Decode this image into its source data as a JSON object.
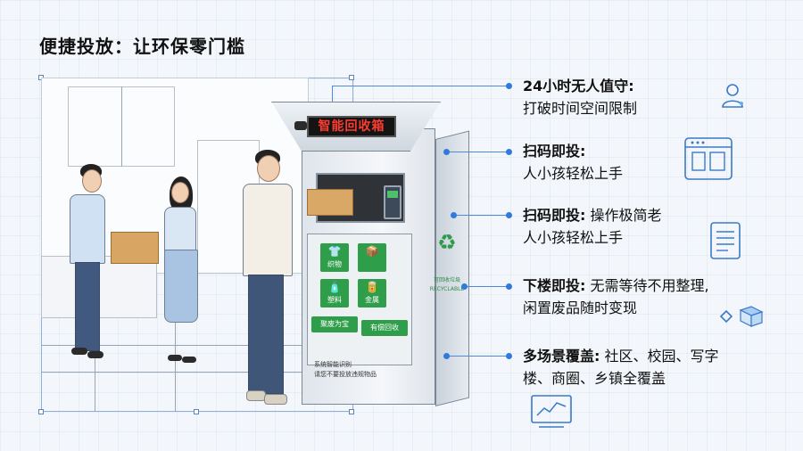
{
  "title": "便捷投放：让环保零门槛",
  "machine": {
    "sign": "智能回收箱",
    "bins": [
      {
        "label": "织物",
        "icon": "shirt-icon"
      },
      {
        "label": "",
        "icon": "box-icon"
      },
      {
        "label": "塑料",
        "icon": "bottle-icon"
      },
      {
        "label": "金属",
        "icon": "can-icon"
      }
    ],
    "buttons": [
      "聚废为宝",
      "有偿回收"
    ],
    "note_line1": "系统智能识别",
    "note_line2": "请您不要投放违规物品",
    "side_text1": "可回收垃圾",
    "side_text2": "RECYCLABLE"
  },
  "features": [
    {
      "head": "24小时无人值守:",
      "rest": "",
      "line2": "打破时间空间限制",
      "icon": "user-service-icon"
    },
    {
      "head": "扫码即投:",
      "rest": "",
      "line2": "人小孩轻松上手",
      "icon": "machine-window-icon"
    },
    {
      "head": "扫码即投:",
      "rest": " 操作极简老",
      "line2": "人小孩轻松上手",
      "icon": "document-list-icon"
    },
    {
      "head": "下楼即投:",
      "rest": " 无需等待不用整理,",
      "line2": "闲置废品随时变现",
      "icon": "box-cash-icon"
    },
    {
      "head": "多场景覆盖:",
      "rest": " 社区、校园、写字",
      "line2": "楼、商圈、乡镇全覆盖",
      "icon": "chart-board-icon"
    }
  ],
  "colors": {
    "accent": "#2f7bdc",
    "green": "#2f9e4a",
    "sign_text": "#ff3b2f"
  }
}
